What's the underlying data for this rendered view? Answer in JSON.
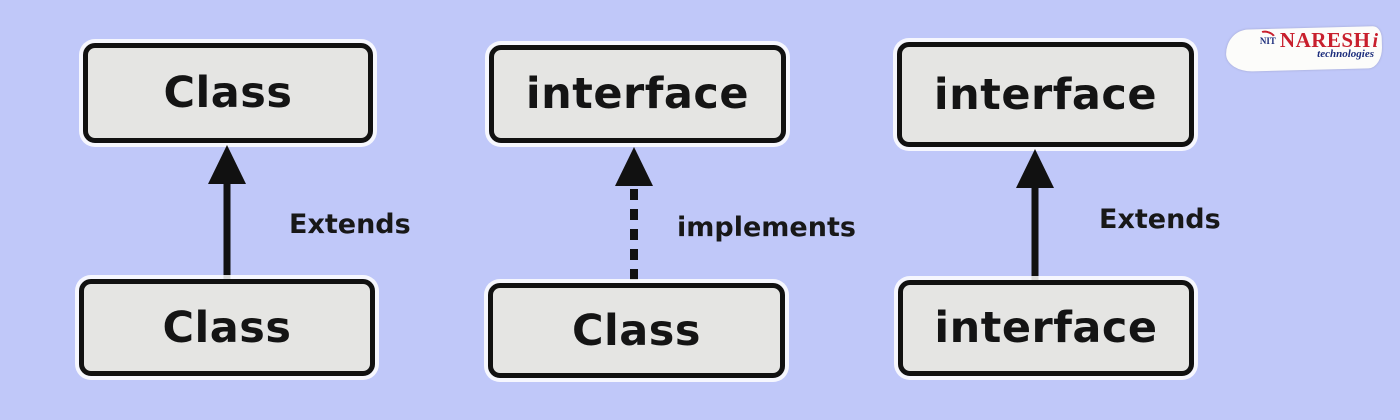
{
  "canvas": {
    "background_color": "#c0c8f9",
    "box_fill_color": "#e5e5e3",
    "box_border_color": "#111111",
    "arrow_color": "#111111"
  },
  "diagram": {
    "columns": [
      {
        "top_box": "Class",
        "bottom_box": "Class",
        "relation_label": "Extends",
        "arrow_style": "solid"
      },
      {
        "top_box": "interface",
        "bottom_box": "Class",
        "relation_label": "implements",
        "arrow_style": "dashed"
      },
      {
        "top_box": "interface",
        "bottom_box": "interface",
        "relation_label": "Extends",
        "arrow_style": "solid"
      }
    ]
  },
  "logo": {
    "monogram": "NIT",
    "name": "NARESH",
    "name_suffix": "i",
    "subtitle": "technologies",
    "name_color": "#c81f2d",
    "subtitle_color": "#1c2d7c"
  }
}
